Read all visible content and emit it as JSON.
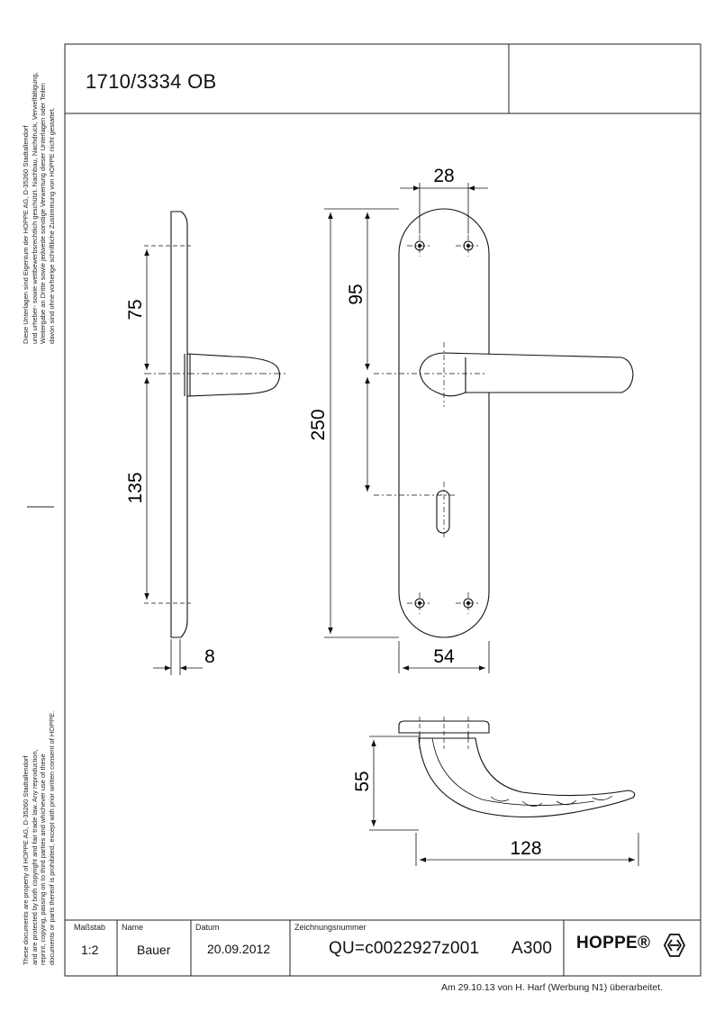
{
  "drawing": {
    "title": "1710/3334 OB",
    "legal_de": [
      "Diese Unterlagen sind Eigentum der  HOPPE AG, D-35260 Stadtallendorf",
      "und urheber- sowie wettbewerbsrechtlich geschützt. Nachbau, Nachdruck, Vervielfältigung,",
      "Weitergabe an Dritte sowie jedwede sonstige Verwertung dieser Unterlagen oder Teilen",
      "davon sind ohne vorherige schriftliche Zustimmung von HOPPE nicht gestattet."
    ],
    "legal_en": [
      "These documents are property of HOPPE AG, D-35260 Stadtallendorf",
      "and are protected by both copyright and fair trade law. Any reproduction,",
      "reprint, copying, passing on to third parties and whichever use of these",
      "documents or parts thereof is prohibited, except with prior written consent of HOPPE."
    ],
    "dimensions": {
      "backplate_width": "28",
      "upper_distance": "95",
      "total_length": "250",
      "plate_width": "54",
      "side_upper": "75",
      "side_lower": "135",
      "side_thickness": "8",
      "lever_projection": "55",
      "lever_length": "128"
    },
    "title_block": {
      "scale_label": "Maßstab",
      "scale_value": "1:2",
      "name_label": "Name",
      "name_value": "Bauer",
      "date_label": "Datum",
      "date_value": "20.09.2012",
      "number_label": "Zeichnungsnummer",
      "number_value": "QU=c0022927z001",
      "format_value": "A300",
      "brand": "HOPPE®"
    },
    "footer_note": "Am 29.10.13 von H. Harf (Werbung N1) überarbeitet."
  }
}
